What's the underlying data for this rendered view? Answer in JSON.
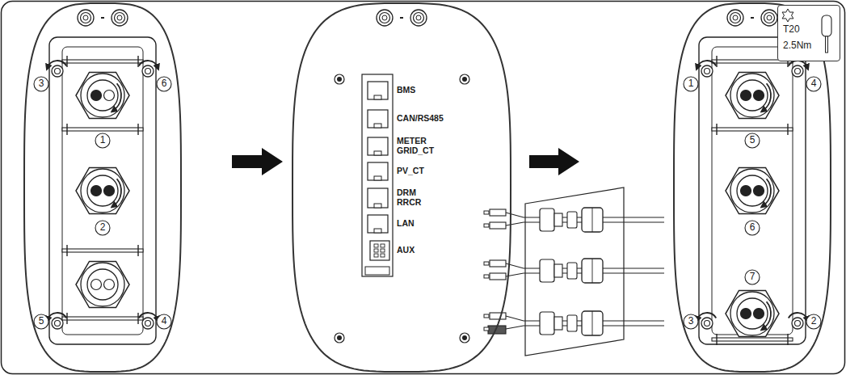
{
  "diagram": {
    "nodes": [
      {
        "text": [
          "3",
          "6",
          "1",
          "2",
          "5",
          "4"
        ]
      },
      {
        "text": [
          "BMS",
          "CAN/RS485",
          "METER GRID_CT",
          "PV_CT",
          "DRM RRCR",
          "LAN",
          "AUX"
        ]
      },
      {
        "text": [
          "T20",
          "2.5Nm"
        ]
      },
      {
        "text": [
          "1",
          "4",
          "5",
          "6",
          "7",
          "3",
          "2"
        ]
      }
    ],
    "edges": [
      {
        "from": 0,
        "to": 1,
        "arrow": "to"
      },
      {
        "from": 1,
        "to": 3,
        "arrow": "to"
      }
    ]
  }
}
